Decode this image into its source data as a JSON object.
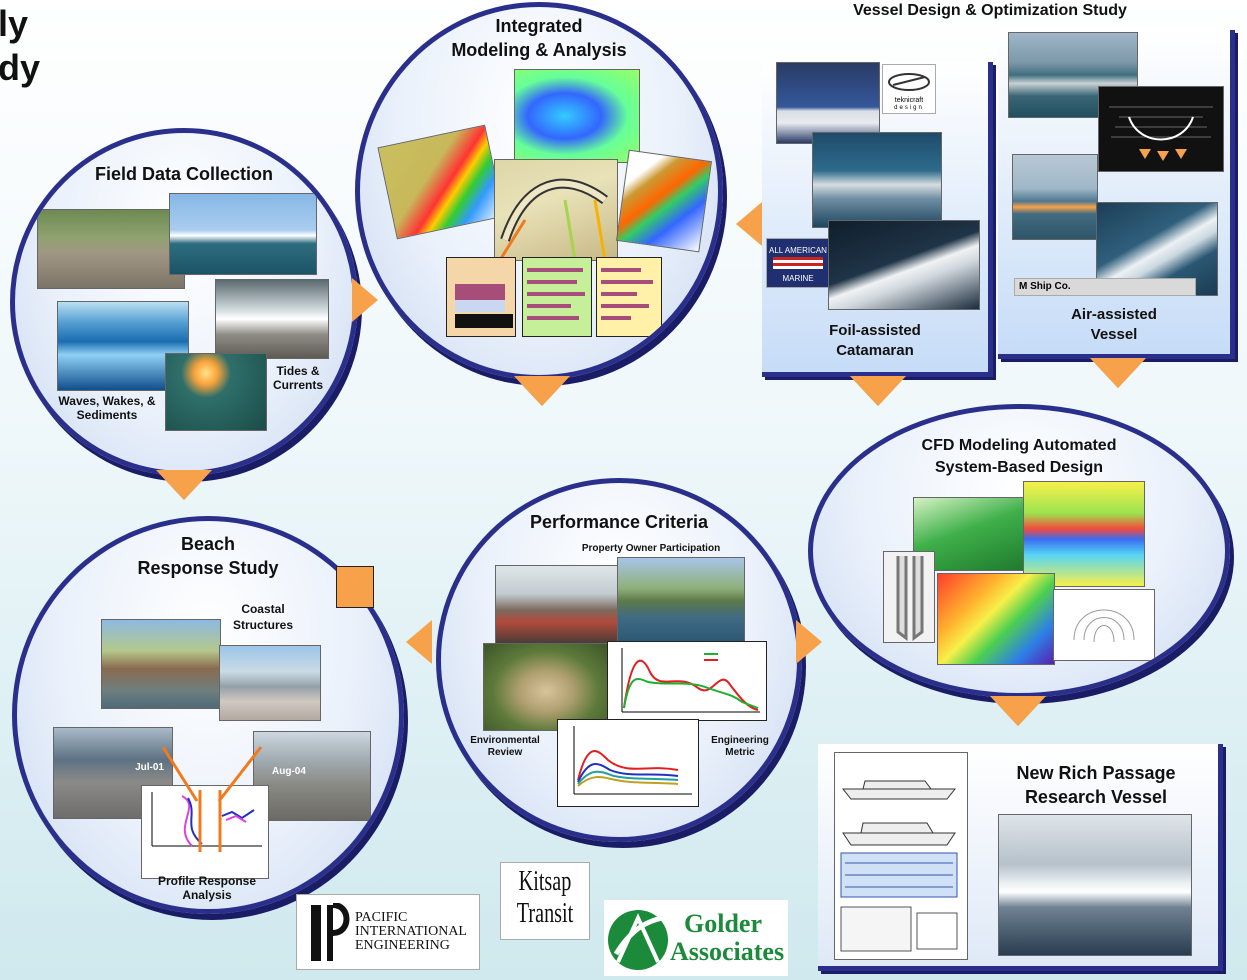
{
  "title": {
    "line1": "ly",
    "line2": "dy"
  },
  "nodes": {
    "integrated": {
      "title_line1": "Integrated",
      "title_line2": "Modeling & Analysis"
    },
    "vessel_design": {
      "title": "Vessel Design & Optimization Study",
      "foil_label_1": "Foil-assisted",
      "foil_label_2": "Catamaran",
      "air_label_1": "Air-assisted",
      "air_label_2": "Vessel",
      "mship_label": "M Ship Co."
    },
    "field": {
      "title": "Field Data Collection",
      "tides_1": "Tides &",
      "tides_2": "Currents",
      "waves_1": "Waves, Wakes, &",
      "waves_2": "Sediments"
    },
    "cfd": {
      "title_line1": "CFD Modeling Automated",
      "title_line2": "System-Based Design"
    },
    "beach": {
      "title_line1": "Beach",
      "title_line2": "Response Study",
      "coastal_1": "Coastal",
      "coastal_2": "Structures",
      "jul": "Jul-01",
      "aug": "Aug-04",
      "profile_1": "Profile Response",
      "profile_2": "Analysis"
    },
    "performance": {
      "title": "Performance Criteria",
      "property": "Property Owner Participation",
      "env_1": "Environmental",
      "env_2": "Review",
      "eng_1": "Engineering",
      "eng_2": "Metric"
    },
    "research": {
      "title_line1": "New Rich Passage",
      "title_line2": "Research Vessel"
    }
  },
  "logos": {
    "pacific": {
      "line1": "PACIFIC",
      "line2": "INTERNATIONAL",
      "line3": "ENGINEERING"
    },
    "kitsap": {
      "line1": "Kitsap",
      "line2": "Transit"
    },
    "golder": {
      "line1": "Golder",
      "line2": "Associates"
    },
    "all_american": {
      "line1": "ALL AMERICAN",
      "line2": "MARINE"
    },
    "teknicraft": {
      "line1": "teknicraft",
      "line2": "design"
    }
  },
  "colors": {
    "circle_border": "#2b2f8c",
    "arrow": "#f7a24a",
    "golder_green": "#1b8a3a"
  }
}
